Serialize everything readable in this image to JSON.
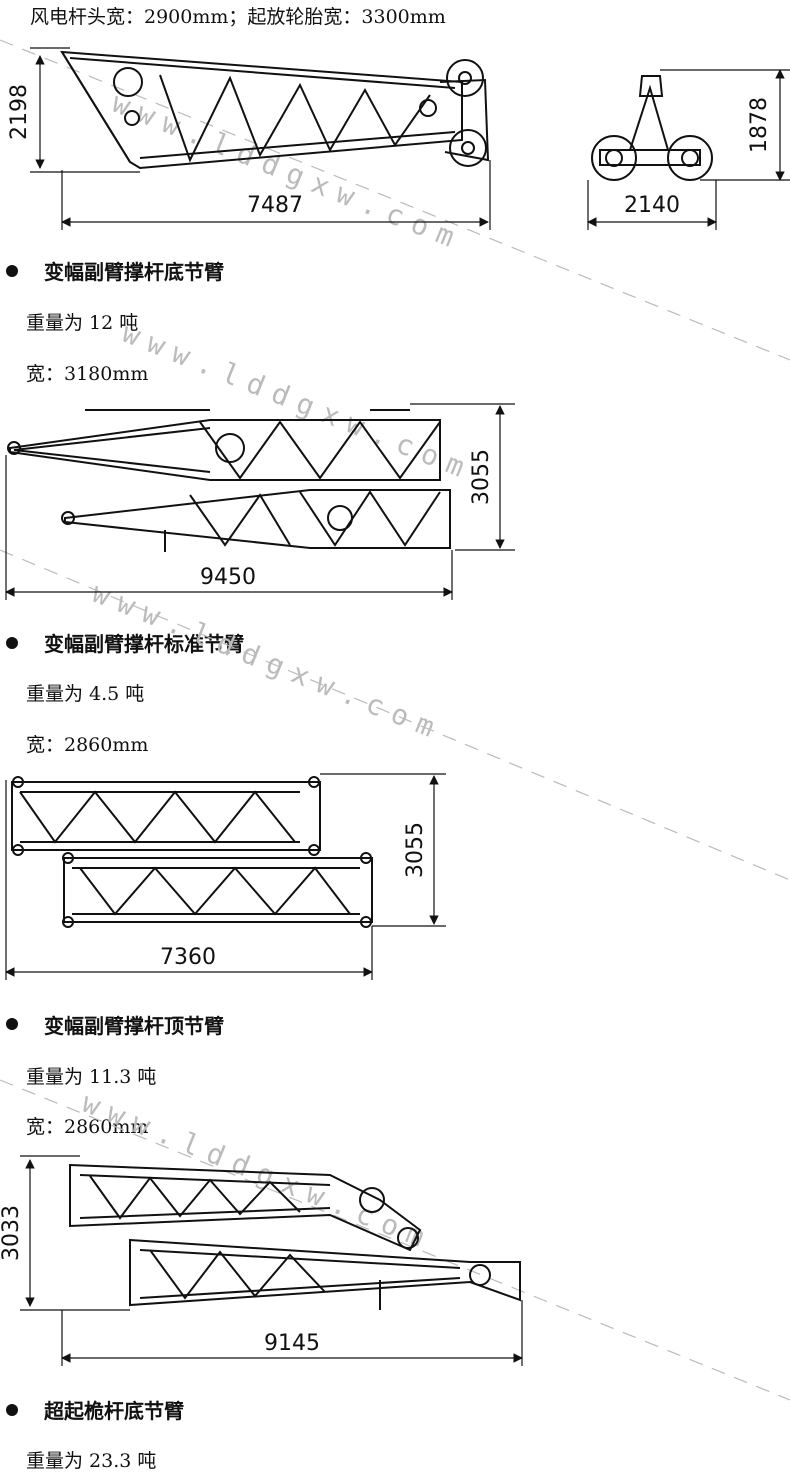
{
  "header_line": "风电杆头宽：2900mm；起放轮胎宽：3300mm",
  "figure1": {
    "length": "7487",
    "height": "2198",
    "wheel_height": "1878",
    "wheel_width": "2140"
  },
  "section1": {
    "title": "变幅副臂撑杆底节臂",
    "weight": "重量为 12 吨",
    "width": "宽：3180mm",
    "dim_length": "9450",
    "dim_height": "3055"
  },
  "section2": {
    "title": "变幅副臂撑杆标准节臂",
    "weight": "重量为 4.5 吨",
    "width": "宽：2860mm",
    "dim_length": "7360",
    "dim_height": "3055"
  },
  "section3": {
    "title": "变幅副臂撑杆顶节臂",
    "weight": "重量为 11.3 吨",
    "width": "宽：2860mm",
    "dim_length": "9145",
    "dim_height": "3033"
  },
  "section4": {
    "title": "超起桅杆底节臂",
    "weight": "重量为 23.3 吨"
  },
  "watermark": "www.lddgxw.com"
}
